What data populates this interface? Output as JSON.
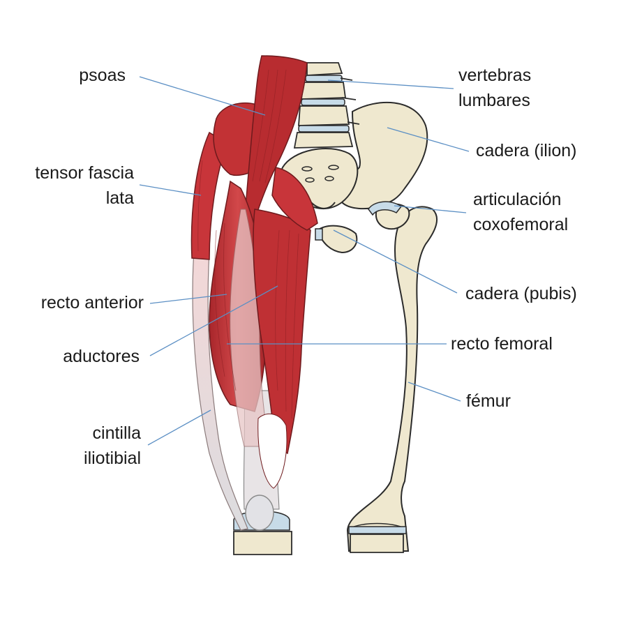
{
  "labels": {
    "psoas": [
      "psoas"
    ],
    "tensor": [
      "tensor fascia",
      "lata"
    ],
    "recto_anterior": [
      "recto anterior"
    ],
    "aductores": [
      "aductores"
    ],
    "cintilla": [
      "cintilla",
      "iliotibial"
    ],
    "vertebras": [
      "vertebras",
      "lumbares"
    ],
    "ilion": [
      "cadera (ilion)"
    ],
    "articulacion": [
      "articulación",
      "coxofemoral"
    ],
    "pubis": [
      "cadera (pubis)"
    ],
    "recto_femoral": [
      "recto femoral"
    ],
    "femur": [
      "fémur"
    ]
  },
  "colors": {
    "muscle": "#c8353a",
    "muscle_dark": "#9e2429",
    "muscle_light": "#e06a6a",
    "bone": "#efe8cf",
    "bone_outline": "#2b2b2b",
    "cartilage": "#c7dbe8",
    "tendon": "#e4e0e0",
    "leader": "#5b8fc4"
  }
}
